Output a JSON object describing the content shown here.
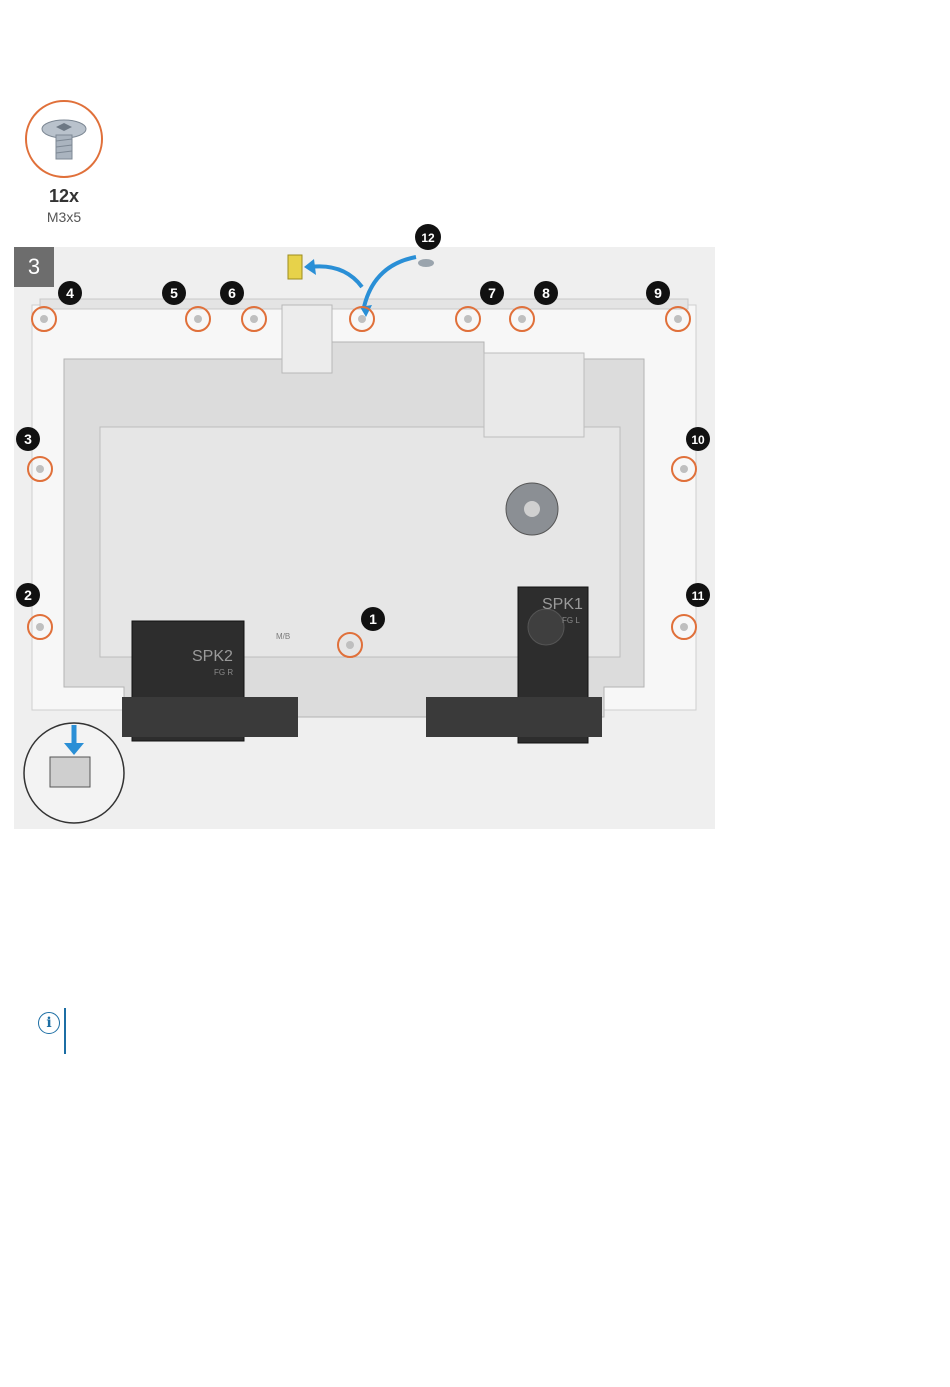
{
  "screw_callout": {
    "count": "12x",
    "size": "M3x5"
  },
  "figure": {
    "step_number": "3",
    "speaker_labels": [
      "SPK2",
      "SPK1",
      "FG R",
      "FG L",
      "M/B"
    ],
    "callouts": [
      "1",
      "2",
      "3",
      "4",
      "5",
      "6",
      "7",
      "8",
      "9",
      "10",
      "11",
      "12"
    ]
  },
  "note": {
    "icon": "info-icon"
  },
  "colors": {
    "callout_ring": "#e0703a",
    "callout_badge": "#111111",
    "arrow": "#2a8fd6",
    "note_accent": "#1c6ea4"
  }
}
